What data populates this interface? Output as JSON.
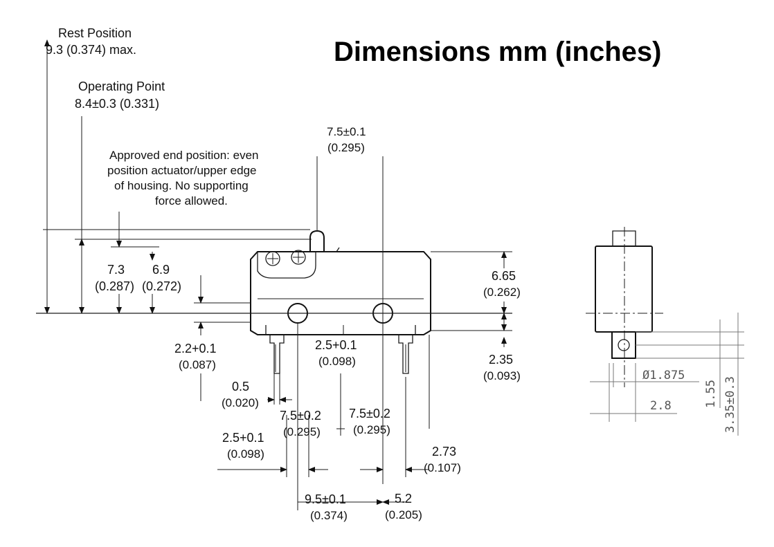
{
  "title": "Dimensions mm (inches)",
  "labels": {
    "rest_position_line1": "Rest Position",
    "rest_position_line2": "9.3 (0.374) max.",
    "operating_point_line1": "Operating Point",
    "operating_point_line2": "8.4±0.3 (0.331)",
    "approved_line1": "Approved end position: even",
    "approved_line2": "position actuator/upper edge",
    "approved_line3": "of housing.  No supporting",
    "approved_line4": "force allowed.",
    "dim_75_top_mm": "7.5±0.1",
    "dim_75_top_in": "(0.295)",
    "dim_73_mm": "7.3",
    "dim_73_in": "(0.287)",
    "dim_69_mm": "6.9",
    "dim_69_in": "(0.272)",
    "dim_665_mm": "6.65",
    "dim_665_in": "(0.262)",
    "dim_22_mm": "2.2+0.1",
    "dim_22_in": "(0.087)",
    "dim_25_mid_mm": "2.5+0.1",
    "dim_25_mid_in": "(0.098)",
    "dim_235_mm": "2.35",
    "dim_235_in": "(0.093)",
    "dim_05_mm": "0.5",
    "dim_05_in": "(0.020)",
    "dim_75_left_mm": "7.5±0.2",
    "dim_75_left_in": "(0.295)",
    "dim_75_right_mm": "7.5±0.2",
    "dim_75_right_in": "(0.295)",
    "dim_25_low_mm": "2.5+0.1",
    "dim_25_low_in": "(0.098)",
    "dim_273_mm": "2.73",
    "dim_273_in": "(0.107)",
    "dim_95_mm": "9.5±0.1",
    "dim_95_in": "(0.374)",
    "dim_52_mm": "5.2",
    "dim_52_in": "(0.205)",
    "side_dia": "Ø1.875",
    "side_28": "2.8",
    "side_155": "1.55",
    "side_335": "3.35±0.3"
  }
}
